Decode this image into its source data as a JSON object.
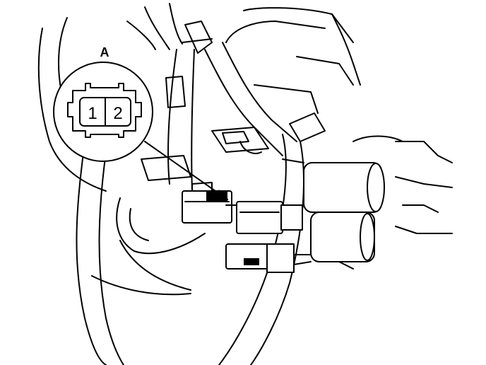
{
  "callout": {
    "label": "A",
    "pins": [
      "1",
      "2"
    ]
  }
}
